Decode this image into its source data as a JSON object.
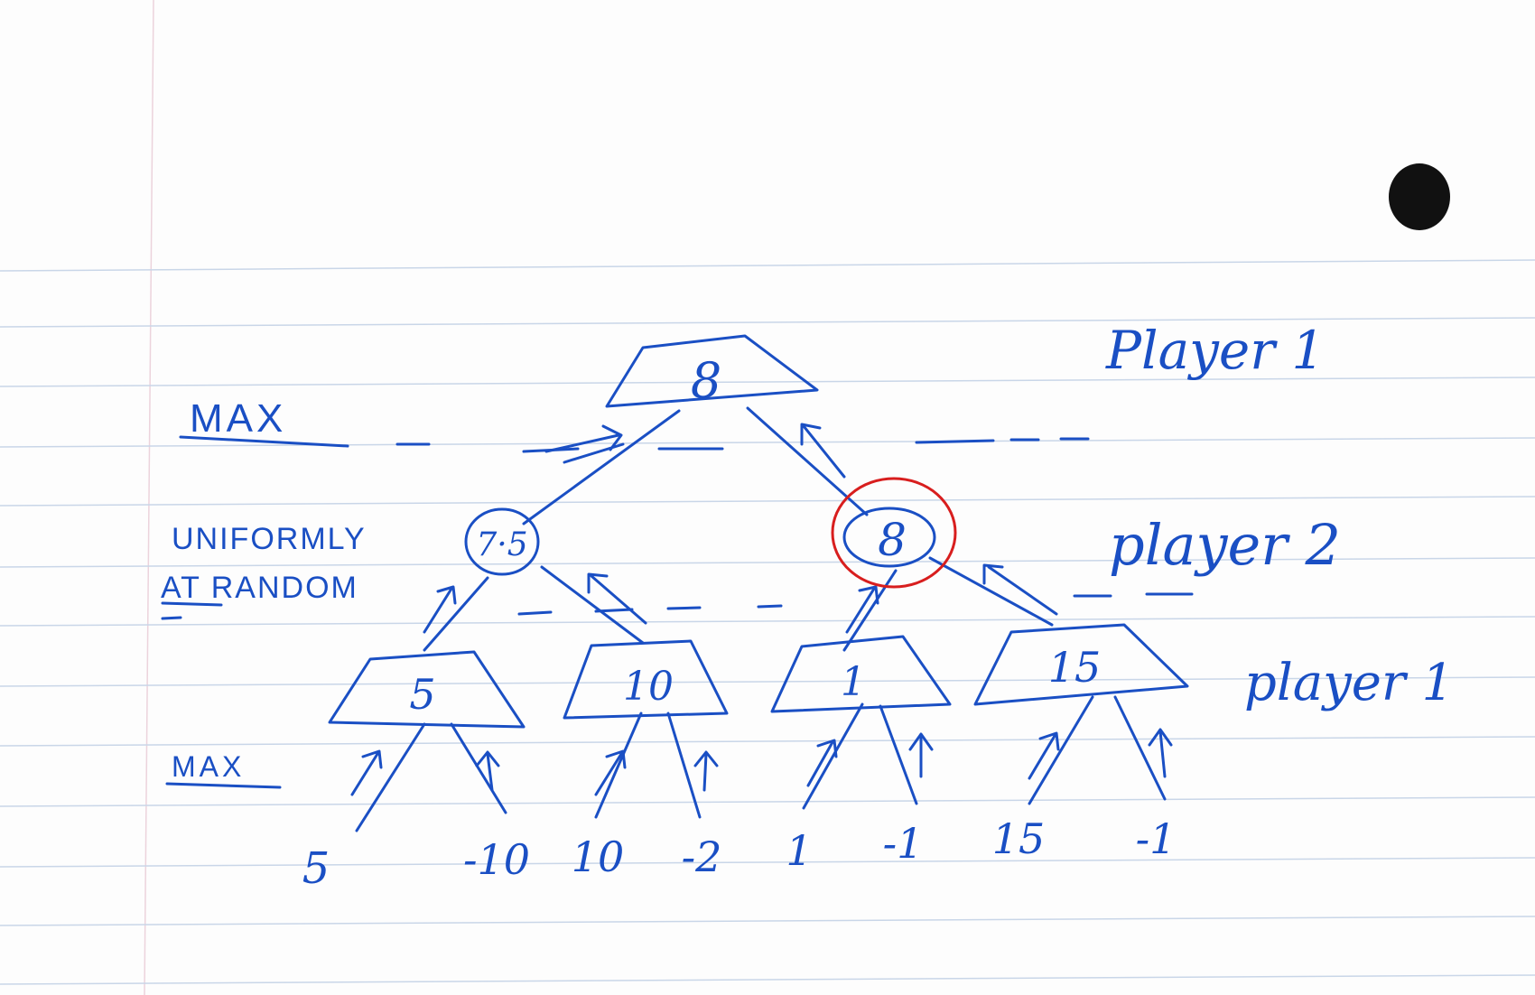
{
  "levels": {
    "max_top": "MAX",
    "chance": [
      "UNIFORMLY",
      "AT RANDOM"
    ],
    "max_bottom": "MAX"
  },
  "players": {
    "top": "Player 1",
    "middle": "player 2",
    "bottom": "player 1"
  },
  "nodes": {
    "root": "8",
    "chance_left": "7·5",
    "chance_right": "8",
    "max_1": "5",
    "max_2": "10",
    "max_3": "1",
    "max_4": "15"
  },
  "leaves": [
    "5",
    "-10",
    "10",
    "-2",
    "1",
    "-1",
    "15",
    "-1"
  ],
  "colors": {
    "ink": "#1a4fc4",
    "highlight": "#d81e1e",
    "paper_rule": "#c9d6e8",
    "hole_punch": "#111111"
  }
}
